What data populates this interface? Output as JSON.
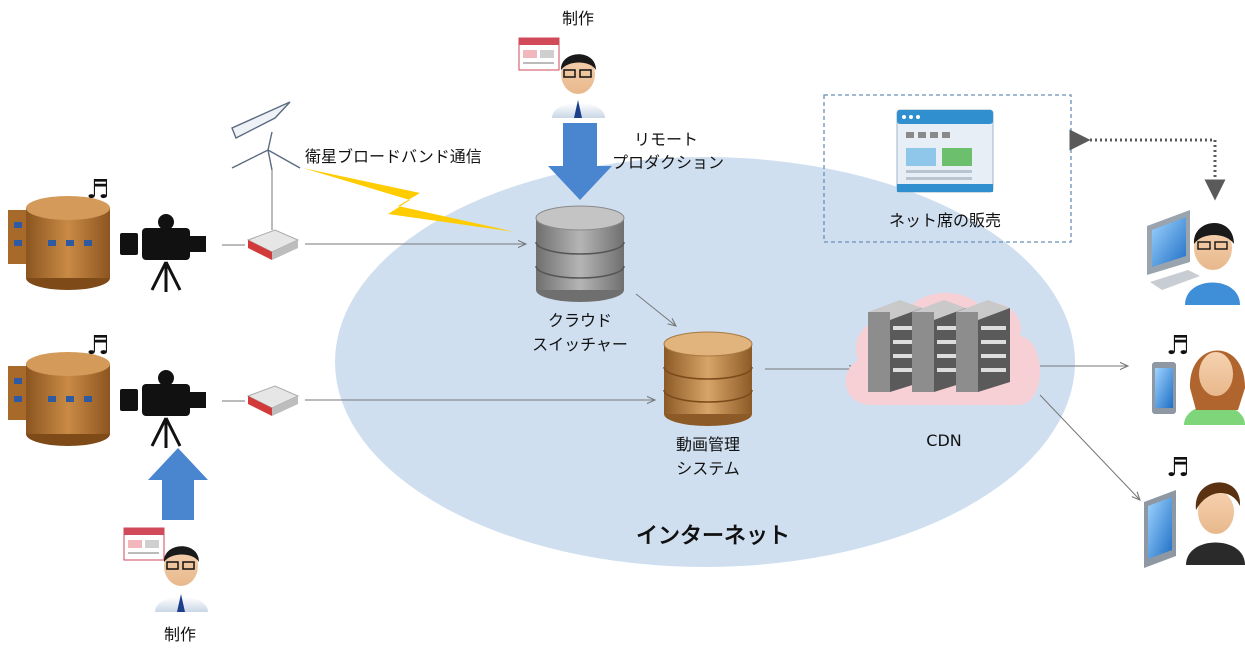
{
  "labels": {
    "production_top": "制作",
    "production_bottom": "制作",
    "remote_line1": "リモート",
    "remote_line2": "プロダクション",
    "satellite": "衛星ブロードバンド通信",
    "cloud_switcher_line1": "クラウド",
    "cloud_switcher_line2": "スイッチャー",
    "vms_line1": "動画管理",
    "vms_line2": "システム",
    "internet": "インターネット",
    "cdn": "CDN",
    "ticket_sales": "ネット席の販売"
  },
  "symbols": {
    "music_note": "♬"
  },
  "colors": {
    "cloud_ellipse": "#cfdff0",
    "arrow_blue": "#4a86d0",
    "cdn_cloud": "#f7d0d6",
    "satellite_bolt": "#ffcc00",
    "dashed_box": "#6a8fb8",
    "dotted_arrow": "#6a6a6a",
    "db_gray": "#8a8a8a",
    "db_brown": "#b9864f",
    "venue_brown": "#b9772e",
    "encoder_red": "#d23a3a"
  }
}
